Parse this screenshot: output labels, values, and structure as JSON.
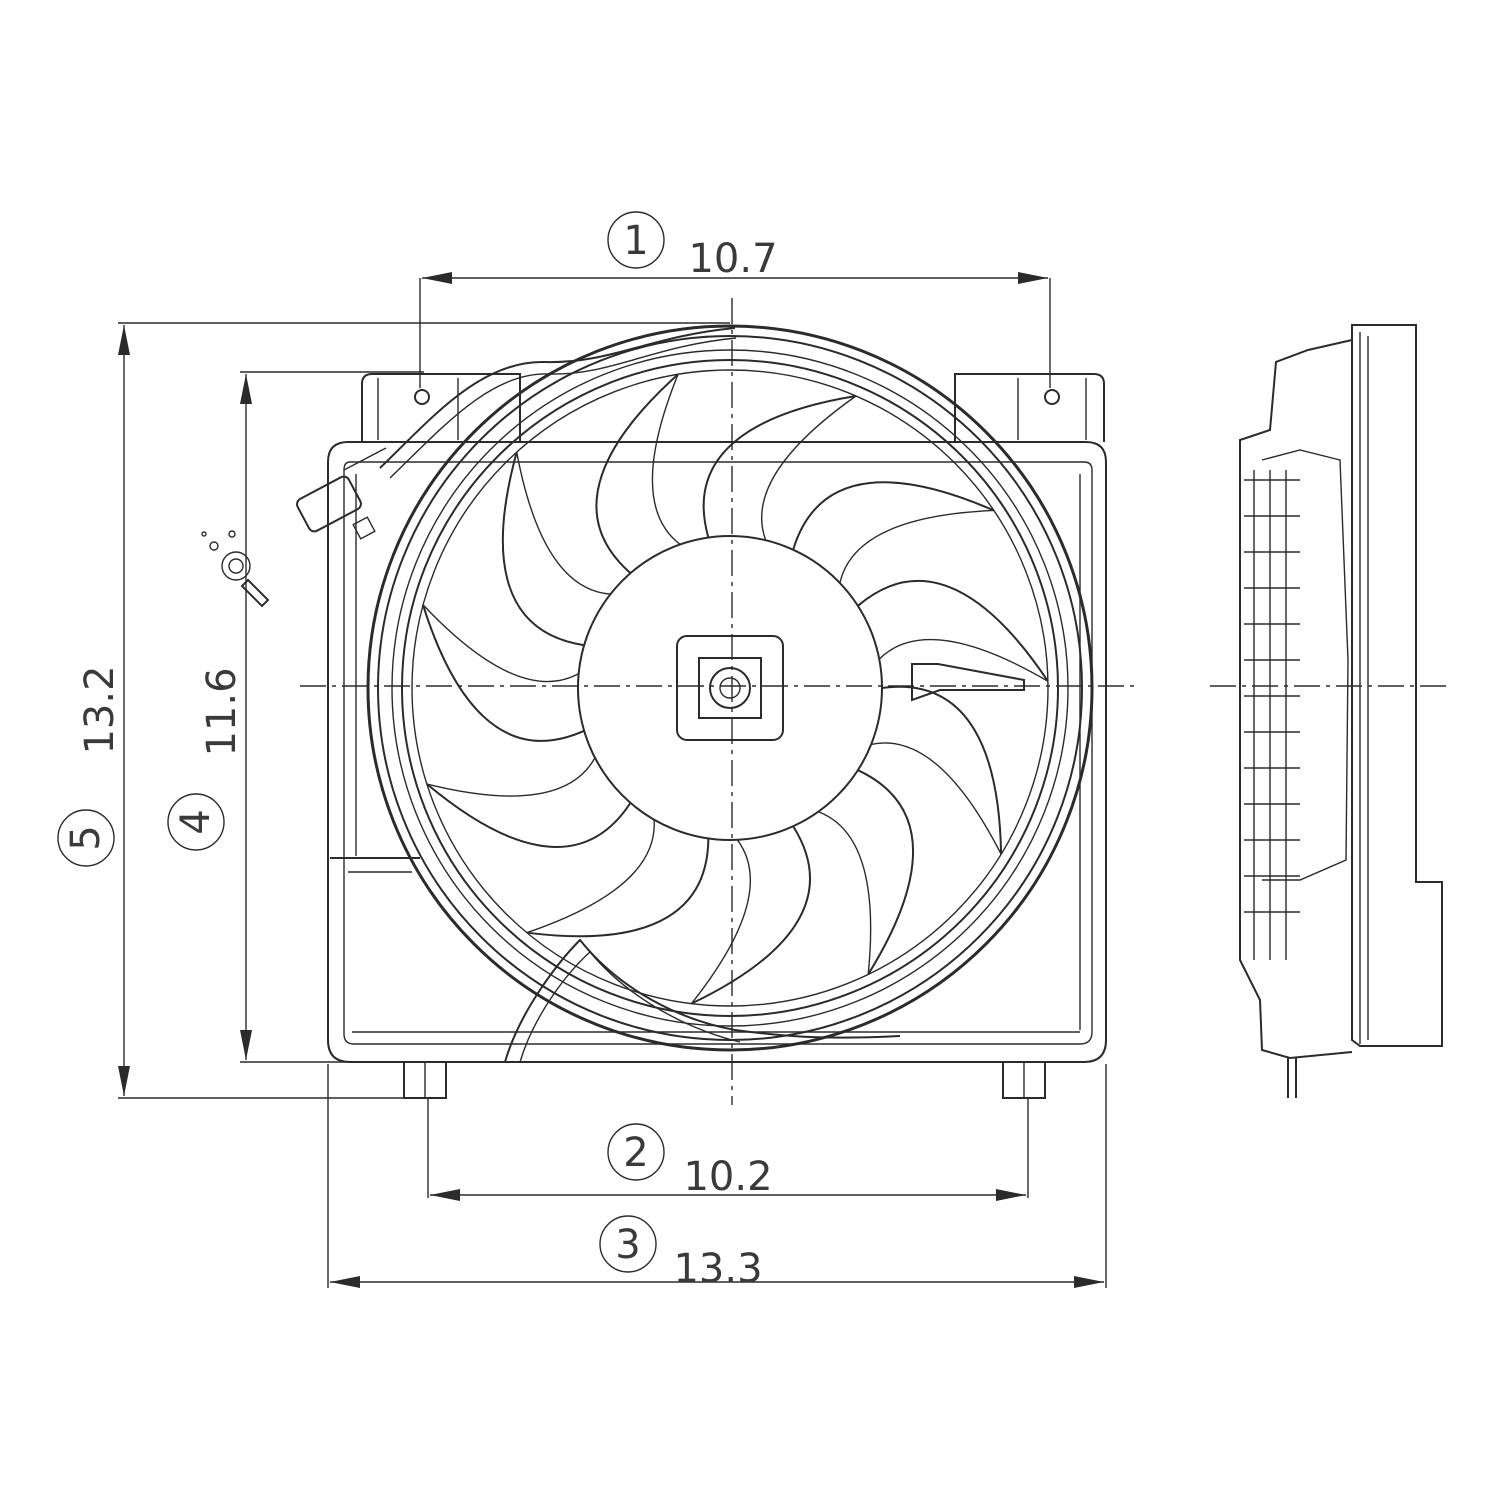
{
  "dimensions": [
    {
      "id": "1",
      "label": "1",
      "value": "10.7"
    },
    {
      "id": "2",
      "label": "2",
      "value": "10.2"
    },
    {
      "id": "3",
      "label": "3",
      "value": "13.3"
    },
    {
      "id": "4",
      "label": "4",
      "value": "11.6"
    },
    {
      "id": "5",
      "label": "5",
      "value": "13.2"
    }
  ],
  "colors": {
    "line": "#2b2b2b",
    "text": "#3a3a3a",
    "background": "#ffffff"
  }
}
